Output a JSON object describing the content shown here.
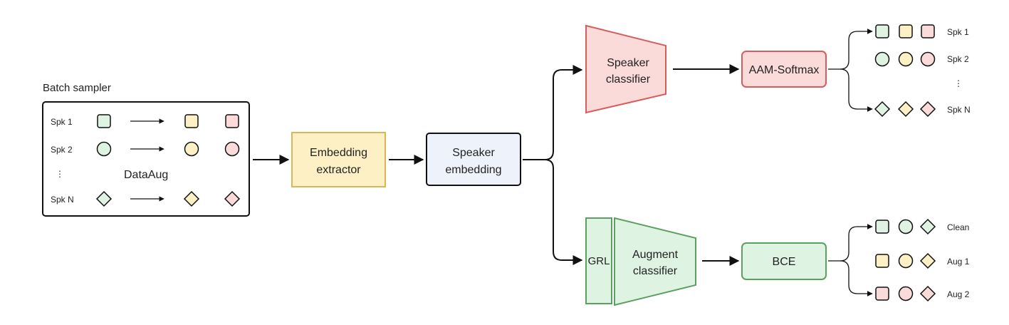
{
  "colors": {
    "green_fill": "#dff3e3",
    "green_stroke": "#5aa05f",
    "yellow_fill": "#fdf0c4",
    "yellow_stroke": "#dbb556",
    "red_fill": "#fbdada",
    "red_stroke": "#d95c5c",
    "blue_fill": "#eef2fb",
    "line": "#111111"
  },
  "batch_sampler": {
    "title": "Batch sampler",
    "rows": [
      "Spk 1",
      "Spk 2",
      "⋮",
      "Spk N"
    ],
    "center_label": "DataAug"
  },
  "embedding_extractor": {
    "line1": "Embedding",
    "line2": "extractor"
  },
  "speaker_embedding": {
    "line1": "Speaker",
    "line2": "embedding"
  },
  "speaker_classifier": {
    "line1": "Speaker",
    "line2": "classifier"
  },
  "aam_softmax": {
    "label": "AAM-Softmax"
  },
  "grl": {
    "label": "GRL"
  },
  "augment_classifier": {
    "line1": "Augment",
    "line2": "classifier"
  },
  "bce": {
    "label": "BCE"
  },
  "speaker_outputs": {
    "labels": [
      "Spk 1",
      "Spk 2",
      "⋮",
      "Spk N"
    ]
  },
  "augment_outputs": {
    "labels": [
      "Clean",
      "Aug 1",
      "Aug 2"
    ]
  }
}
